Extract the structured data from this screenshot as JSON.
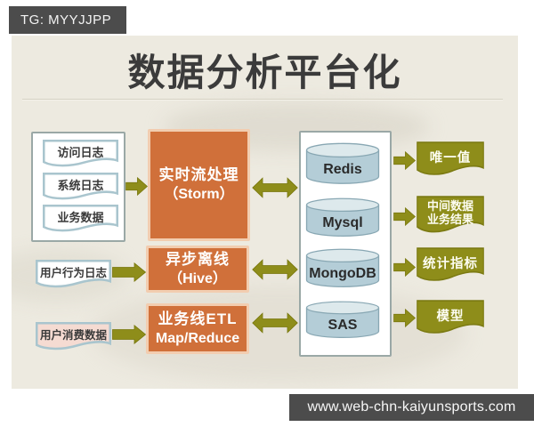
{
  "header": {
    "tg_banner": "TG: MYYJJPP"
  },
  "title": "数据分析平台化",
  "sources": {
    "group": [
      "访问日志",
      "系统日志",
      "业务数据"
    ],
    "behavior_log": "用户行为日志",
    "consume_data": "用户消费数据"
  },
  "processors": [
    {
      "line1": "实时流处理",
      "line2": "（Storm）"
    },
    {
      "line1": "异步离线",
      "line2": "（Hive）"
    },
    {
      "line1": "业务线ETL",
      "line2": "Map/Reduce"
    }
  ],
  "databases": [
    "Redis",
    "Mysql",
    "MongoDB",
    "SAS"
  ],
  "outputs": [
    [
      "唯一值"
    ],
    [
      "中间数据",
      "业务结果"
    ],
    [
      "统计指标"
    ],
    [
      "模型"
    ]
  ],
  "footer": {
    "watermark": "www.web-chn-kaiyunsports.com"
  },
  "colors": {
    "slide_bg": "#edeae0",
    "banner_bg": "#4c4c4c",
    "process_orange": "#d0703a",
    "process_border": "#f2cdb0",
    "arrow_olive": "#8e8d1a",
    "output_olive": "#8e8d1a",
    "cylinder_blue": "#bad1da",
    "consume_pink": "#f5dbd2",
    "doc_border_teal": "#a9c5ce"
  }
}
